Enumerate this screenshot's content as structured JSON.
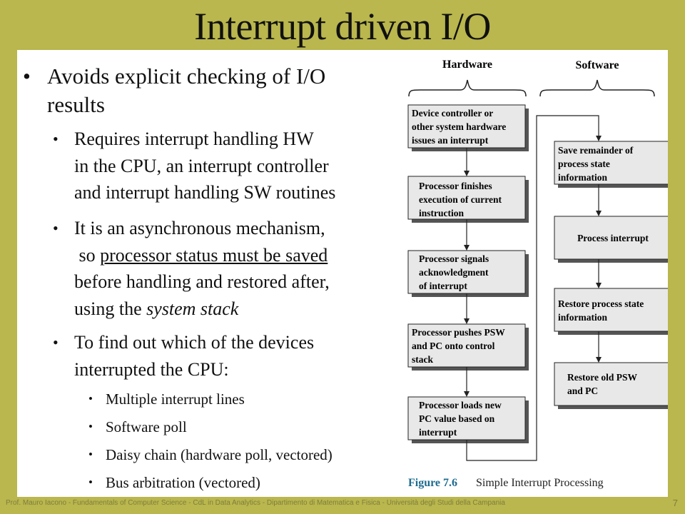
{
  "title": "Interrupt driven I/O",
  "bullets": {
    "l1": {
      "line1": "Avoids explicit checking of I/O",
      "line2": "results"
    },
    "l2a": {
      "line1": "Requires interrupt handling HW",
      "line2": "in the CPU, an interrupt controller",
      "line3": "and interrupt handling SW routines"
    },
    "l2b": {
      "line1": "It is an asynchronous mechanism,",
      "line2_pre": "so ",
      "line2_underlined": "processor status must be saved",
      "line3": "before handling and restored after,",
      "line4_pre": "using the ",
      "line4_italic": "system stack"
    },
    "l2c": {
      "line1": "To find out which of the devices",
      "line2": "interrupted the CPU:"
    },
    "l3": [
      "Multiple interrupt lines",
      "Software poll",
      "Daisy chain (hardware poll, vectored)",
      "Bus arbitration (vectored)"
    ]
  },
  "figure": {
    "hardware_label": "Hardware",
    "software_label": "Software",
    "hardware_boxes": [
      [
        "Device controller or",
        "other system hardware",
        "issues an interrupt"
      ],
      [
        "Processor finishes",
        "execution of current",
        "instruction"
      ],
      [
        "Processor signals",
        "acknowledgment",
        "of interrupt"
      ],
      [
        "Processor pushes PSW",
        "and PC onto control",
        "stack"
      ],
      [
        "Processor loads new",
        "PC value based on",
        "interrupt"
      ]
    ],
    "software_boxes": [
      [
        "Save remainder of",
        "process state",
        "information"
      ],
      [
        "Process interrupt"
      ],
      [
        "Restore process state",
        "information"
      ],
      [
        "Restore old PSW",
        "and PC"
      ]
    ],
    "caption_number": "Figure 7.6",
    "caption_text": "Simple Interrupt Processing"
  },
  "footer": "Prof. Mauro Iacono - Fundamentals of Computer Science - CdL in Data Analytics - Dipartimento di Matematica e Fisica - Università degli Studi della Campania",
  "page_number": "7",
  "colors": {
    "background": "#b9b74d",
    "box_fill": "#e8e8e8",
    "caption_number": "#1e6b8f"
  }
}
